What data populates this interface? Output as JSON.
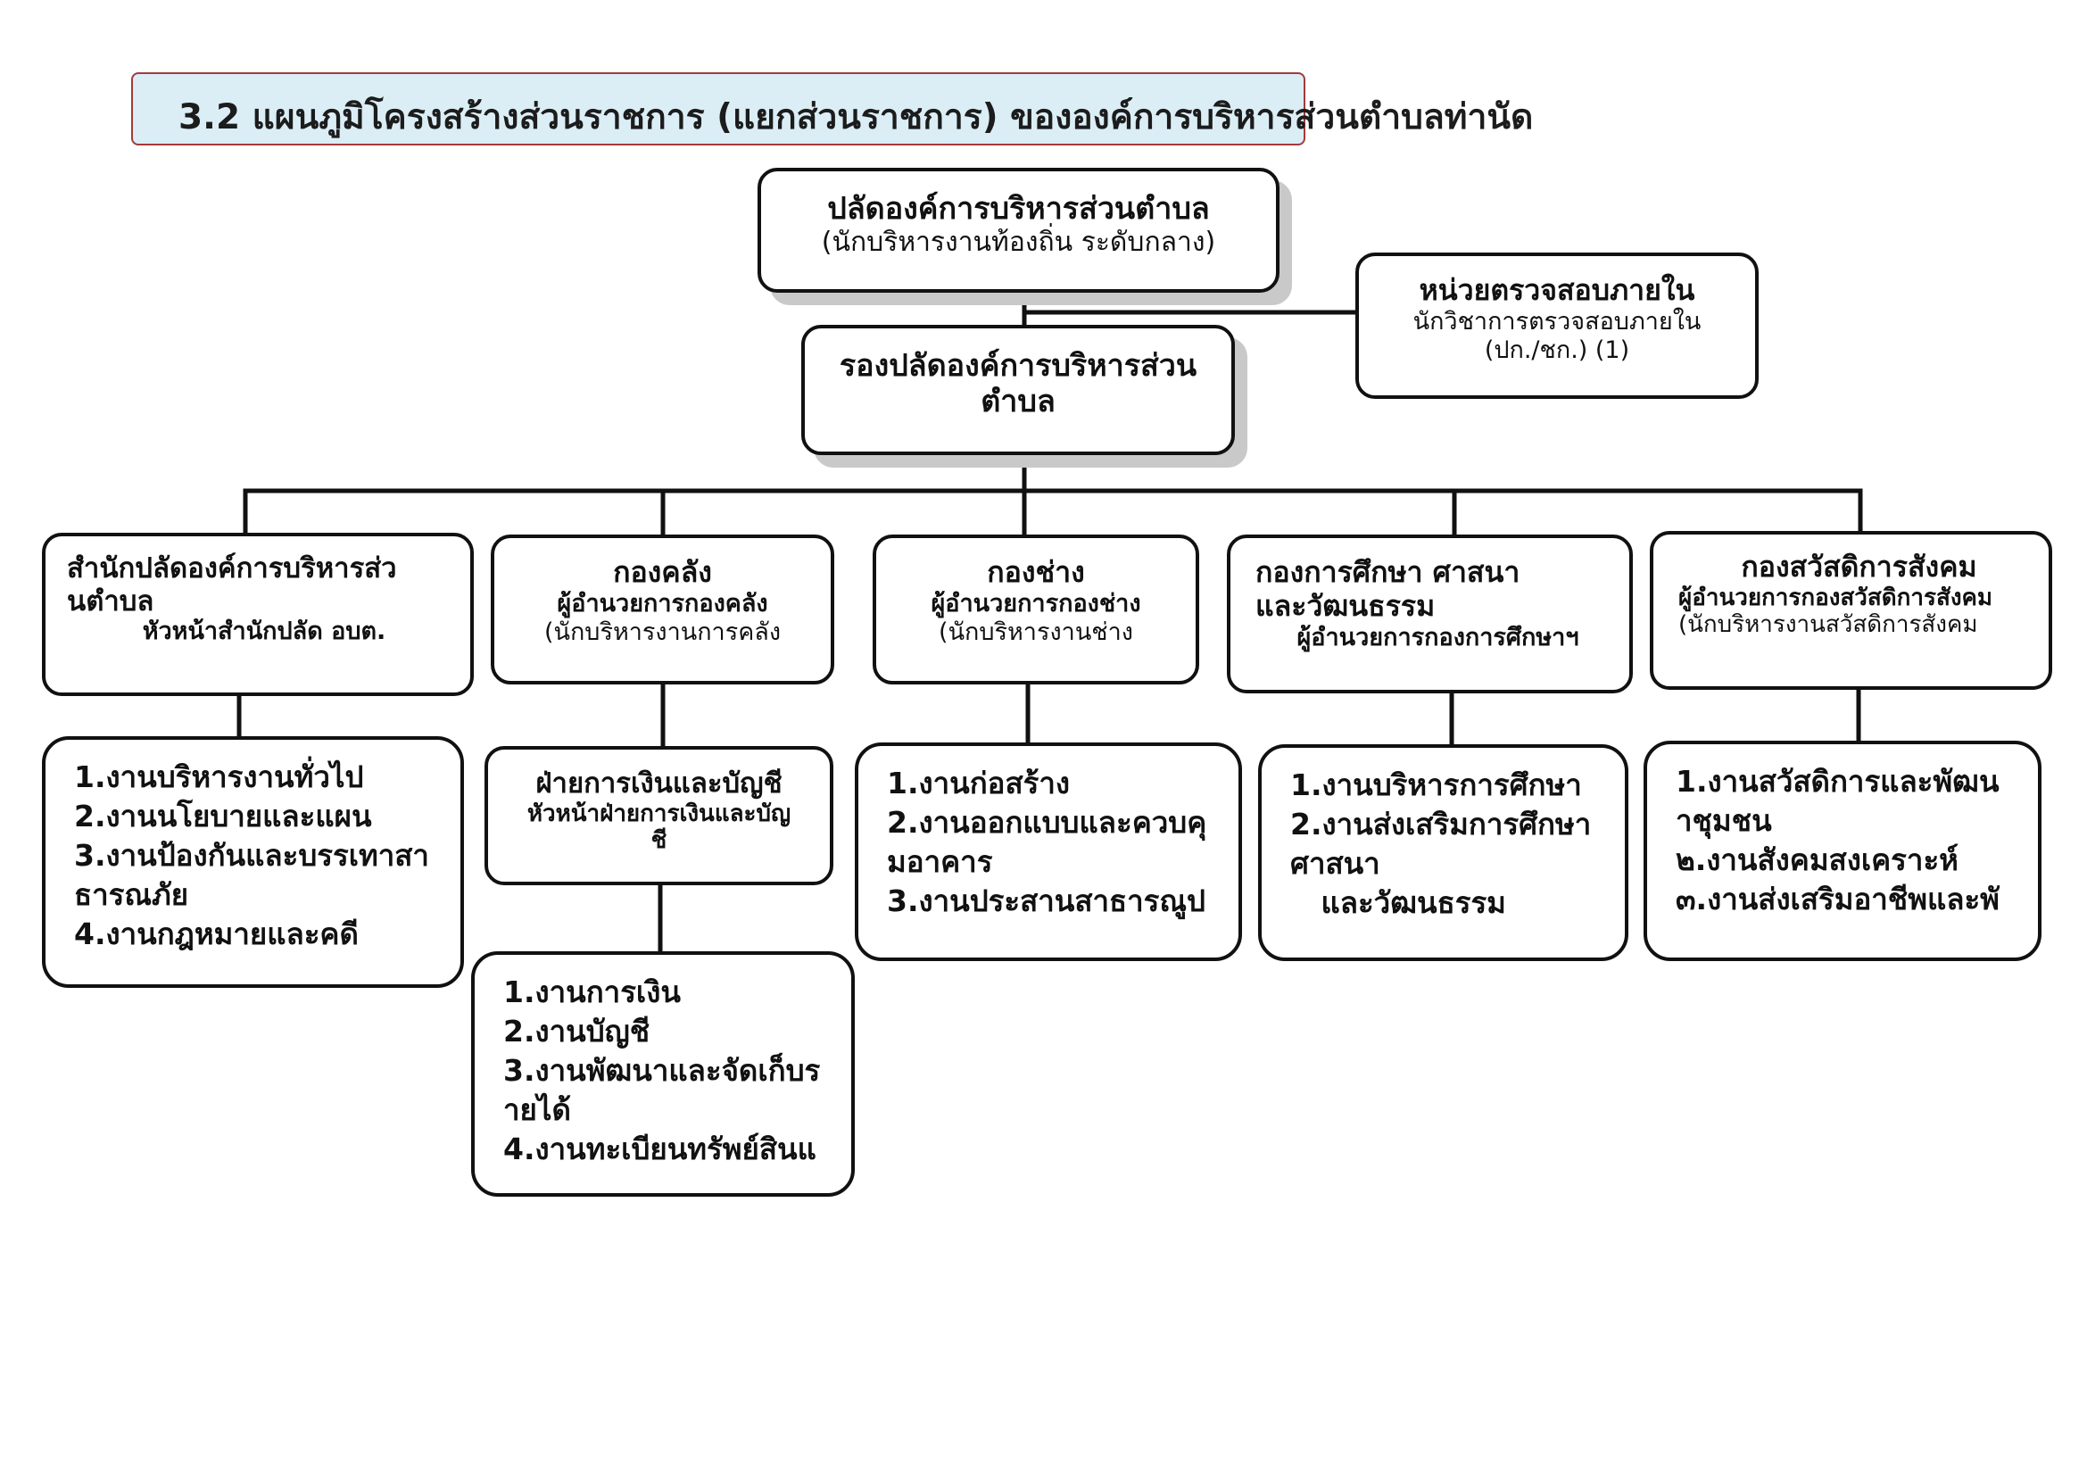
{
  "title": "3.2 แผนภูมิโครงสร้างส่วนราชการ (แยกส่วนราชการ) ขององค์การบริหารส่วนตำบลท่านัด",
  "palat": {
    "title": "ปลัดองค์การบริหารส่วนตำบล",
    "sub": "(นักบริหารงานท้องถิ่น ระดับกลาง)"
  },
  "audit": {
    "title": "หน่วยตรวจสอบภายใน",
    "sub1": "นักวิชาการตรวจสอบภายใน",
    "sub2": "(ปก./ชก.) (1)"
  },
  "deputy": {
    "title1": "รองปลัดองค์การบริหารส่วน",
    "title2": "ตำบล"
  },
  "divisions": [
    {
      "title1": "สำนักปลัดองค์การบริหารส่ว",
      "title2": "นตำบล",
      "sub1": "หัวหน้าสำนักปลัด อบต.",
      "sub2": ""
    },
    {
      "title1": "กองคลัง",
      "title2": "",
      "sub1": "ผู้อำนวยการกองคลัง",
      "sub2": "(นักบริหารงานการคลัง"
    },
    {
      "title1": "กองช่าง",
      "title2": "",
      "sub1": "ผู้อำนวยการกองช่าง",
      "sub2": "(นักบริหารงานช่าง"
    },
    {
      "title1": "กองการศึกษา ศาสนา",
      "title2": "และวัฒนธรรม",
      "sub1": "ผู้อำนวยการกองการศึกษาฯ",
      "sub2": ""
    },
    {
      "title1": "กองสวัสดิการสังคม",
      "title2": "",
      "sub1": "ผู้อำนวยการกองสวัสดิการสังคม",
      "sub2": "(นักบริหารงานสวัสดิการสังคม"
    }
  ],
  "finance_section": {
    "title": "ฝ่ายการเงินและบัญชี",
    "sub1": "หัวหน้าฝ่ายการเงินและบัญ",
    "sub2": "ชี"
  },
  "tasks": {
    "palat": [
      "1.งานบริหารงานทั่วไป",
      "2.งานนโยบายและแผน",
      "3.งานป้องกันและบรรเทาสา",
      "ธารณภัย",
      "4.งานกฎหมายและคดี"
    ],
    "finance": [
      "1.งานการเงิน",
      "2.งานบัญชี",
      "3.งานพัฒนาและจัดเก็บร",
      "ายได้",
      "4.งานทะเบียนทรัพย์สินแ"
    ],
    "engineering": [
      "1.งานก่อสร้าง",
      "2.งานออกแบบและควบคุ",
      "มอาคาร",
      "3.งานประสานสาธารณูป"
    ],
    "education": [
      "1.งานบริหารการศึกษา",
      "2.งานส่งเสริมการศึกษา",
      "ศาสนา",
      "   และวัฒนธรรม"
    ],
    "welfare": [
      "1.งานสวัสดิการและพัฒน",
      "าชุมชน",
      "๒.งานสังคมสงเคราะห์",
      "๓.งานส่งเสริมอาชีพและพั"
    ]
  }
}
